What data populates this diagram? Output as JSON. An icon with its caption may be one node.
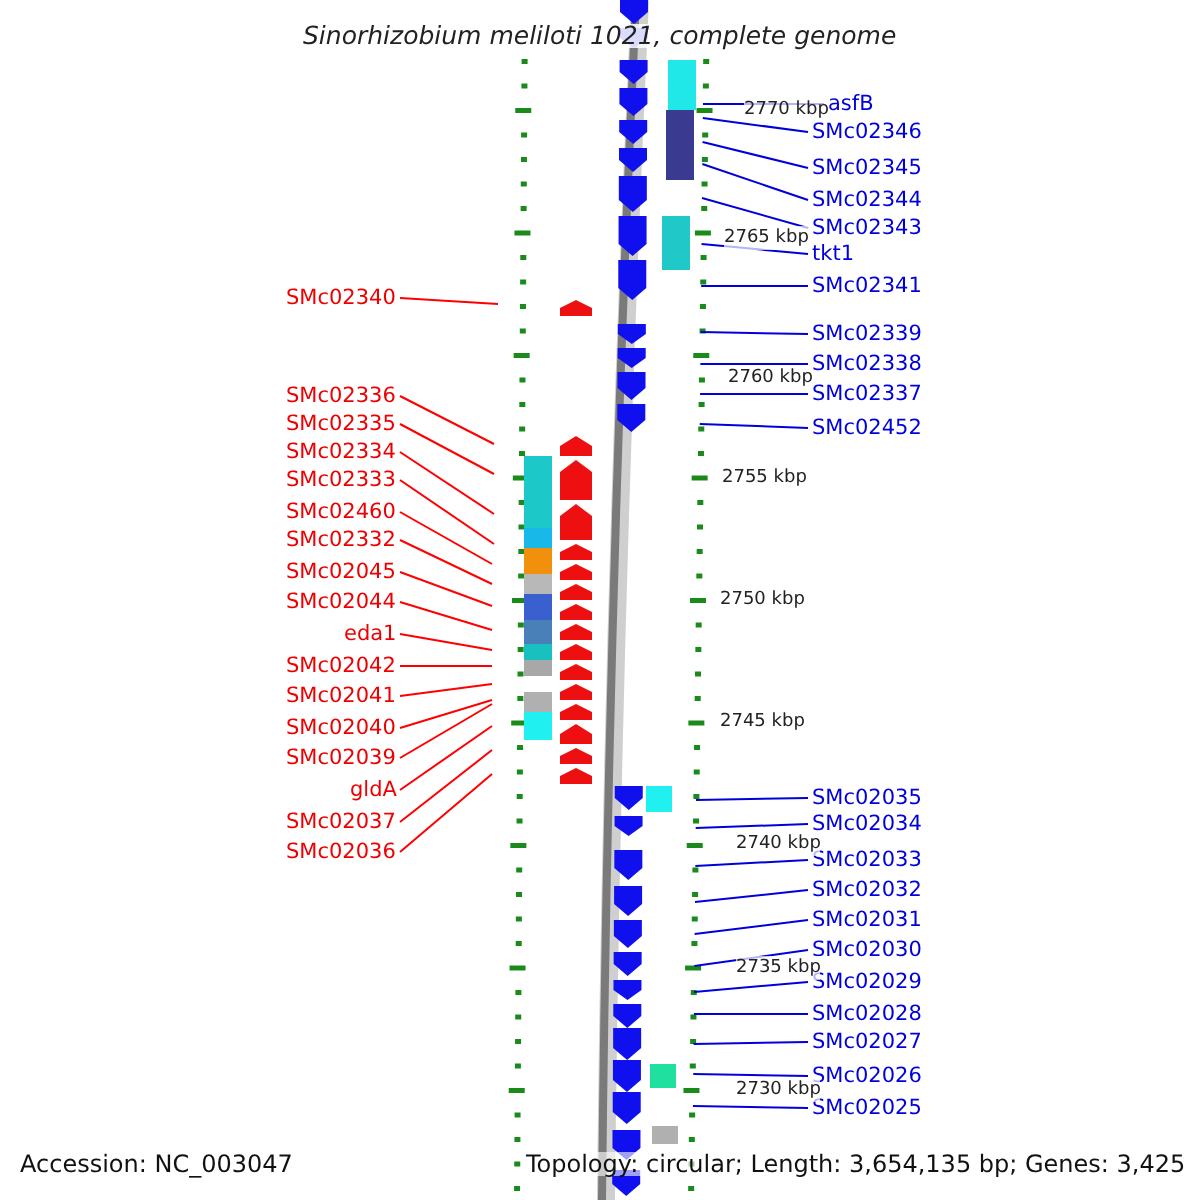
{
  "diagram": {
    "title": "Sinorhizobium meliloti 1021, complete genome",
    "nodes": [
      {
        "text": [
          "SMc02340"
        ]
      },
      {
        "text": [
          "SMc02336"
        ]
      },
      {
        "text": [
          "SMc02335"
        ]
      },
      {
        "text": [
          "SMc02334"
        ]
      },
      {
        "text": [
          "SMc02333"
        ]
      },
      {
        "text": [
          "SMc02460"
        ]
      },
      {
        "text": [
          "SMc02332"
        ]
      },
      {
        "text": [
          "SMc02045"
        ]
      },
      {
        "text": [
          "SMc02044"
        ]
      },
      {
        "text": [
          "eda1"
        ]
      },
      {
        "text": [
          "SMc02042"
        ]
      },
      {
        "text": [
          "SMc02041"
        ]
      },
      {
        "text": [
          "SMc02040"
        ]
      },
      {
        "text": [
          "SMc02039"
        ]
      },
      {
        "text": [
          "gldA"
        ]
      },
      {
        "text": [
          "SMc02037"
        ]
      },
      {
        "text": [
          "SMc02036"
        ]
      },
      {
        "text": [
          "asfB"
        ]
      },
      {
        "text": [
          "SMc02346"
        ]
      },
      {
        "text": [
          "SMc02345"
        ]
      },
      {
        "text": [
          "SMc02344"
        ]
      },
      {
        "text": [
          "SMc02343"
        ]
      },
      {
        "text": [
          "tkt1"
        ]
      },
      {
        "text": [
          "SMc02341"
        ]
      },
      {
        "text": [
          "SMc02339"
        ]
      },
      {
        "text": [
          "SMc02338"
        ]
      },
      {
        "text": [
          "SMc02337"
        ]
      },
      {
        "text": [
          "SMc02452"
        ]
      },
      {
        "text": [
          "SMc02035"
        ]
      },
      {
        "text": [
          "SMc02034"
        ]
      },
      {
        "text": [
          "SMc02033"
        ]
      },
      {
        "text": [
          "SMc02032"
        ]
      },
      {
        "text": [
          "SMc02031"
        ]
      },
      {
        "text": [
          "SMc02030"
        ]
      },
      {
        "text": [
          "SMc02029"
        ]
      },
      {
        "text": [
          "SMc02028"
        ]
      },
      {
        "text": [
          "SMc02027"
        ]
      },
      {
        "text": [
          "SMc02026"
        ]
      },
      {
        "text": [
          "SMc02025"
        ]
      }
    ],
    "edges": [
      {
        "from": 0,
        "to": null,
        "arrow": "none",
        "color": "#ff0000"
      },
      {
        "from": 1,
        "to": null,
        "arrow": "none",
        "color": "#ff0000"
      },
      {
        "from": 2,
        "to": null,
        "arrow": "none",
        "color": "#ff0000"
      },
      {
        "from": 3,
        "to": null,
        "arrow": "none",
        "color": "#ff0000"
      },
      {
        "from": 4,
        "to": null,
        "arrow": "none",
        "color": "#ff0000"
      },
      {
        "from": 5,
        "to": null,
        "arrow": "none",
        "color": "#ff0000"
      },
      {
        "from": 6,
        "to": null,
        "arrow": "none",
        "color": "#ff0000"
      },
      {
        "from": 7,
        "to": null,
        "arrow": "none",
        "color": "#ff0000"
      },
      {
        "from": 8,
        "to": null,
        "arrow": "none",
        "color": "#ff0000"
      },
      {
        "from": 9,
        "to": null,
        "arrow": "none",
        "color": "#ff0000"
      },
      {
        "from": 10,
        "to": null,
        "arrow": "none",
        "color": "#ff0000"
      },
      {
        "from": 11,
        "to": null,
        "arrow": "none",
        "color": "#ff0000"
      },
      {
        "from": 12,
        "to": null,
        "arrow": "none",
        "color": "#ff0000"
      },
      {
        "from": 13,
        "to": null,
        "arrow": "none",
        "color": "#ff0000"
      },
      {
        "from": 14,
        "to": null,
        "arrow": "none",
        "color": "#ff0000"
      },
      {
        "from": 15,
        "to": null,
        "arrow": "none",
        "color": "#ff0000"
      },
      {
        "from": 16,
        "to": null,
        "arrow": "none",
        "color": "#ff0000"
      },
      {
        "from": 17,
        "to": null,
        "arrow": "none"
      },
      {
        "from": 18,
        "to": null,
        "arrow": "none"
      },
      {
        "from": 19,
        "to": null,
        "arrow": "none"
      },
      {
        "from": 20,
        "to": null,
        "arrow": "none"
      },
      {
        "from": 21,
        "to": null,
        "arrow": "none"
      },
      {
        "from": 22,
        "to": null,
        "arrow": "none"
      },
      {
        "from": 23,
        "to": null,
        "arrow": "none"
      },
      {
        "from": 24,
        "to": null,
        "arrow": "none"
      },
      {
        "from": 25,
        "to": null,
        "arrow": "none"
      },
      {
        "from": 26,
        "to": null,
        "arrow": "none"
      },
      {
        "from": 27,
        "to": null,
        "arrow": "none"
      },
      {
        "from": 28,
        "to": null,
        "arrow": "none"
      },
      {
        "from": 29,
        "to": null,
        "arrow": "none"
      },
      {
        "from": 30,
        "to": null,
        "arrow": "none"
      },
      {
        "from": 31,
        "to": null,
        "arrow": "none"
      },
      {
        "from": 32,
        "to": null,
        "arrow": "none"
      },
      {
        "from": 33,
        "to": null,
        "arrow": "none"
      },
      {
        "from": 34,
        "to": null,
        "arrow": "none"
      },
      {
        "from": 35,
        "to": null,
        "arrow": "none"
      },
      {
        "from": 36,
        "to": null,
        "arrow": "none"
      },
      {
        "from": 37,
        "to": null,
        "arrow": "none"
      },
      {
        "from": 38,
        "to": null,
        "arrow": "none"
      }
    ],
    "labels": [
      "2770 kbp",
      "2765 kbp",
      "2760 kbp",
      "2755 kbp",
      "2750 kbp",
      "2745 kbp",
      "2740 kbp",
      "2735 kbp",
      "2730 kbp",
      "Accession: NC_003047",
      "Topology: circular; Length: 3,654,135 bp; Genes: 3,425"
    ]
  }
}
